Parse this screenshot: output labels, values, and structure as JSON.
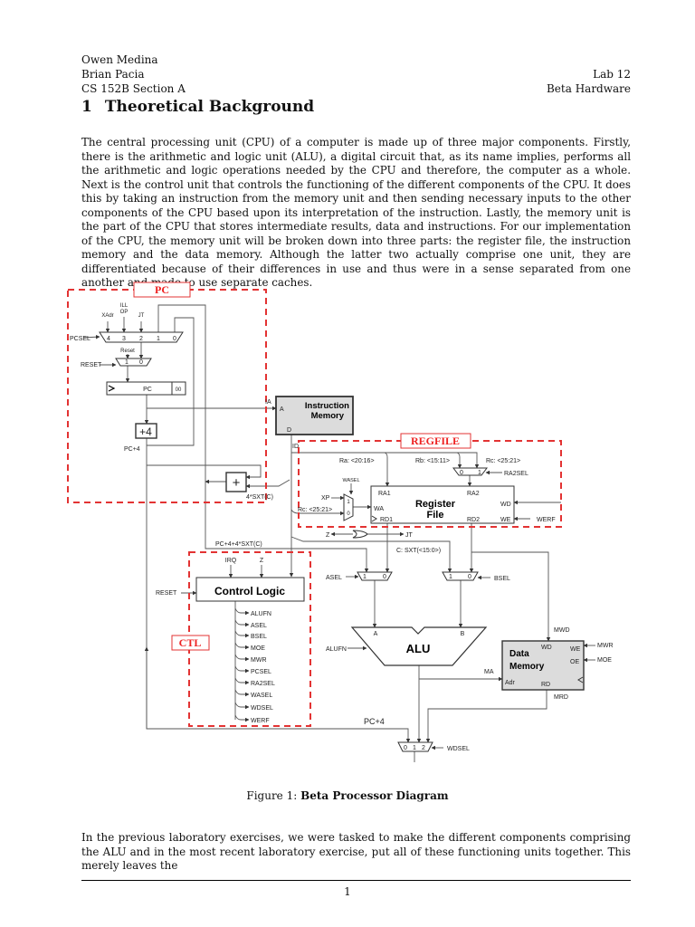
{
  "header": {
    "authors": [
      "Owen Medina",
      "Brian Pacia"
    ],
    "course": "CS 152B Section A",
    "lab": "Lab 12",
    "topic": "Beta Hardware"
  },
  "section": {
    "number": "1",
    "title": "Theoretical Background"
  },
  "paragraphs": [
    "The central processing unit (CPU) of a computer is made up of three major components. Firstly, there is the arithmetic and logic unit (ALU), a digital circuit that, as its name implies, performs all the arithmetic and logic operations needed by the CPU and therefore, the computer as a whole. Next is the control unit that controls the functioning of the different components of the CPU. It does this by taking an instruction from the memory unit and then sending necessary inputs to the other components of the CPU based upon its interpretation of the instruction. Lastly, the memory unit is the part of the CPU that stores intermediate results, data and instructions. For our implementation of the CPU, the memory unit will be broken down into three parts: the register file, the instruction memory and the data memory. Although the latter two actually comprise one unit, they are differentiated because of their differences in use and thus were in a sense separated from one another and made to use separate caches.",
    "In the previous laboratory exercises, we were tasked to make the different components comprising the ALU and in the most recent laboratory exercise, put all of these functioning units together. This merely leaves the"
  ],
  "figure": {
    "caption_prefix": "Figure 1: ",
    "caption_title": "Beta Processor Diagram",
    "colors": {
      "region_border": "#e33333",
      "memory_fill": "#dcdcdc"
    },
    "regions": {
      "pc": "PC",
      "regfile": "REGFILE",
      "ctl": "CTL"
    },
    "pc": {
      "pcsel": "PCSEL",
      "xadr": "XAdr",
      "ill": "ILL",
      "op": "OP",
      "jt": "JT",
      "mux_inputs": [
        "4",
        "3",
        "2",
        "1",
        "0"
      ],
      "reset_small": "Reset",
      "reset": "RESET",
      "reset_inputs": [
        "1",
        "0"
      ],
      "pc_reg": "PC",
      "pc_low": "00",
      "plus4": "+4",
      "pc_plus4": "PC+4",
      "adder": "+",
      "sxt": "4*SXT(C)",
      "ia": "IA"
    },
    "imem": {
      "title1": "Instruction",
      "title2": "Memory",
      "a": "A",
      "d": "D",
      "id": "ID"
    },
    "regfile": {
      "ra": "Ra: <20:16>",
      "rb": "Rb: <15:11>",
      "rc": "Rc: <25:21>",
      "rc2": "Rc: <25:21>",
      "ra2sel": "RA2SEL",
      "ra2sel_inputs": [
        "0",
        "1"
      ],
      "wasel": "WASEL",
      "wasel_inputs": [
        "1",
        "0"
      ],
      "xp": "XP",
      "title1": "Register",
      "title2": "File",
      "ra1": "RA1",
      "ra2": "RA2",
      "wa": "WA",
      "rd1": "RD1",
      "rd2": "RD2",
      "wd": "WD",
      "we": "WE",
      "werf": "WERF",
      "z": "Z",
      "jt": "JT"
    },
    "datapath": {
      "pc_branch": "PC+4+4*SXT(C)",
      "c_sxt": "C: SXT(<15:0>)",
      "asel": "ASEL",
      "asel_inputs": [
        "1",
        "0"
      ],
      "bsel": "BSEL",
      "bsel_inputs": [
        "1",
        "0"
      ],
      "alu": "ALU",
      "alu_a": "A",
      "alu_b": "B",
      "alufn": "ALUFN",
      "ma": "MA",
      "mwd": "MWD",
      "mrd": "MRD",
      "pc_plus4": "PC+4",
      "wdsel": "WDSEL",
      "wdsel_inputs": [
        "0",
        "1",
        "2"
      ]
    },
    "dmem": {
      "title1": "Data",
      "title2": "Memory",
      "wd": "WD",
      "we": "WE",
      "oe": "OE",
      "adr": "Adr",
      "rd": "RD",
      "mwr": "MWR",
      "moe": "MOE"
    },
    "ctl": {
      "title": "Control Logic",
      "irq": "IRQ",
      "z": "Z",
      "reset": "RESET",
      "outputs": [
        "ALUFN",
        "ASEL",
        "BSEL",
        "MOE",
        "MWR",
        "PCSEL",
        "RA2SEL",
        "WASEL",
        "WDSEL",
        "WERF"
      ]
    }
  },
  "footer": {
    "page": "1"
  }
}
